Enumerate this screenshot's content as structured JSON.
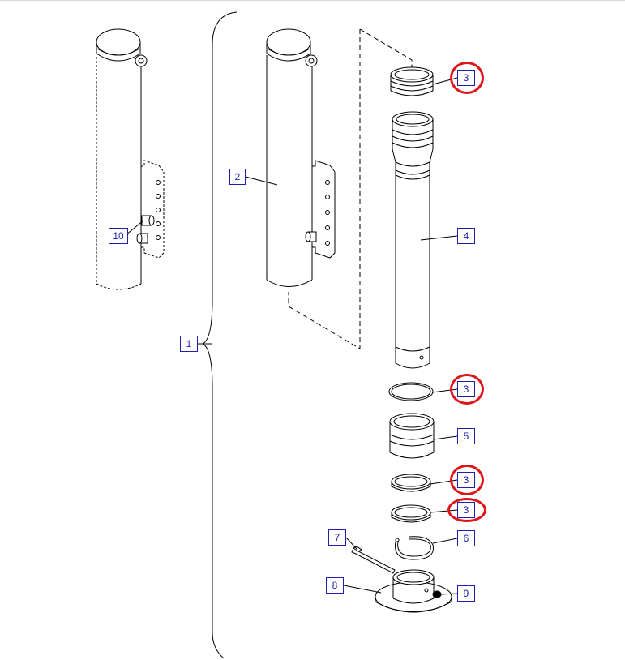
{
  "figure": {
    "callouts": [
      {
        "id": "c1",
        "label": "1",
        "highlighted": false
      },
      {
        "id": "c2",
        "label": "2",
        "highlighted": false
      },
      {
        "id": "c3a",
        "label": "3",
        "highlighted": true
      },
      {
        "id": "c4",
        "label": "4",
        "highlighted": false
      },
      {
        "id": "c3b",
        "label": "3",
        "highlighted": true
      },
      {
        "id": "c5",
        "label": "5",
        "highlighted": false
      },
      {
        "id": "c3c",
        "label": "3",
        "highlighted": true
      },
      {
        "id": "c3d",
        "label": "3",
        "highlighted": true
      },
      {
        "id": "c6",
        "label": "6",
        "highlighted": false
      },
      {
        "id": "c7",
        "label": "7",
        "highlighted": false
      },
      {
        "id": "c8",
        "label": "8",
        "highlighted": false
      },
      {
        "id": "c9",
        "label": "9",
        "highlighted": false
      },
      {
        "id": "c10",
        "label": "10",
        "highlighted": false
      }
    ],
    "colors": {
      "callout_text": "#1f1fb0",
      "callout_border": "#1f1fb0",
      "highlight_ring": "#e0151b",
      "line": "#000000"
    }
  }
}
